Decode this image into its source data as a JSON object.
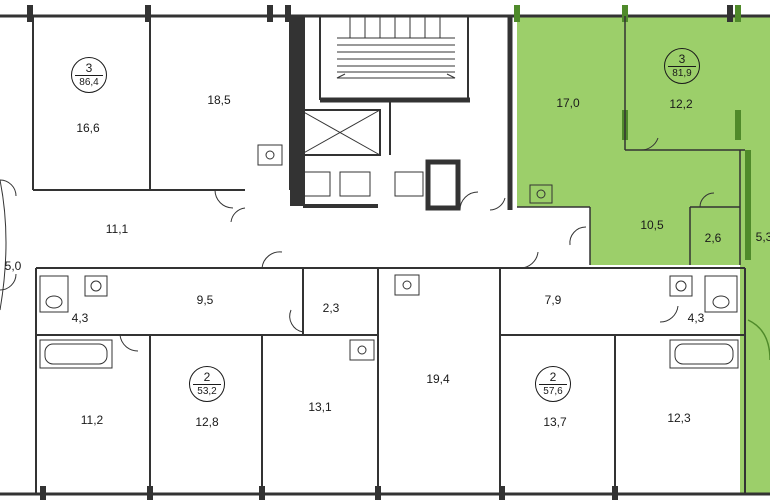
{
  "colors": {
    "wall": "#333333",
    "highlight": "#9ccf6a",
    "highlight_window": "#4f8a2a",
    "fixture": "#444444"
  },
  "apartments": [
    {
      "rooms": "3",
      "area": "86,4"
    },
    {
      "rooms": "3",
      "area": "81,9"
    },
    {
      "rooms": "2",
      "area": "53,2"
    },
    {
      "rooms": "2",
      "area": "57,6"
    }
  ],
  "room_areas": {
    "r_16_6": "16,6",
    "r_18_5": "18,5",
    "r_17_0": "17,0",
    "r_12_2": "12,2",
    "r_10_5": "10,5",
    "r_2_6": "2,6",
    "r_5_3": "5,3",
    "r_11_1": "11,1",
    "r_5_0": "5,0",
    "r_4_3a": "4,3",
    "r_9_5": "9,5",
    "r_2_3": "2,3",
    "r_7_9": "7,9",
    "r_4_3b": "4,3",
    "r_11_2": "11,2",
    "r_12_8": "12,8",
    "r_13_1": "13,1",
    "r_19_4": "19,4",
    "r_13_7": "13,7",
    "r_12_3": "12,3"
  }
}
